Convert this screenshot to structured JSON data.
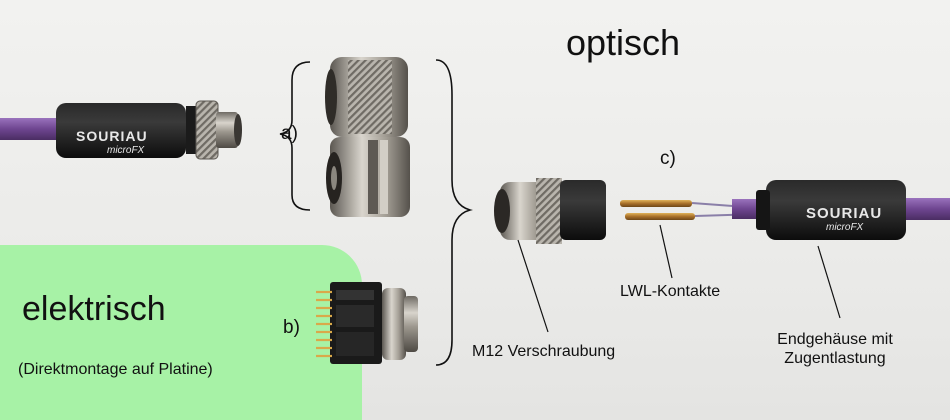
{
  "labels": {
    "optisch": "optisch",
    "elektrisch": "elektrisch",
    "direktmontage": "(Direktmontage auf Platine)",
    "a": "a)",
    "b": "b)",
    "c": "c)",
    "m12": "M12 Verschraubung",
    "lwl": "LWL-Kontakte",
    "endgehaeuse_line1": "Endgehäuse mit",
    "endgehaeuse_line2": "Zugentlastung"
  },
  "logos": {
    "brand": "SOURIAU",
    "product": "microFX"
  },
  "colors": {
    "background": "#eeeeec",
    "panel_green": "#a7f2a6",
    "cable_purple": "#7a4f9a",
    "housing_black": "#151515",
    "metal": "#b9b5ad"
  }
}
